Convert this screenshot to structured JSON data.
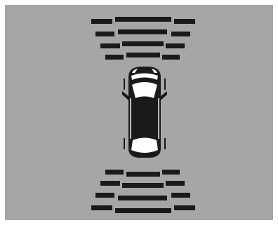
{
  "display": {
    "background_color": "#a6a6a6",
    "frame_color": "#ffffff",
    "segment_color": "#1a1a1a",
    "car_body_color": "#1a1a1a",
    "car_glass_color": "#ffffff"
  },
  "sensors": {
    "front": {
      "rows": 4,
      "columns": [
        "left",
        "center",
        "right"
      ],
      "active": true
    },
    "rear": {
      "rows": 4,
      "columns": [
        "left",
        "center",
        "right"
      ],
      "active": true
    }
  },
  "vehicle": {
    "icon": "car-top-view-icon",
    "orientation": "front-up"
  }
}
